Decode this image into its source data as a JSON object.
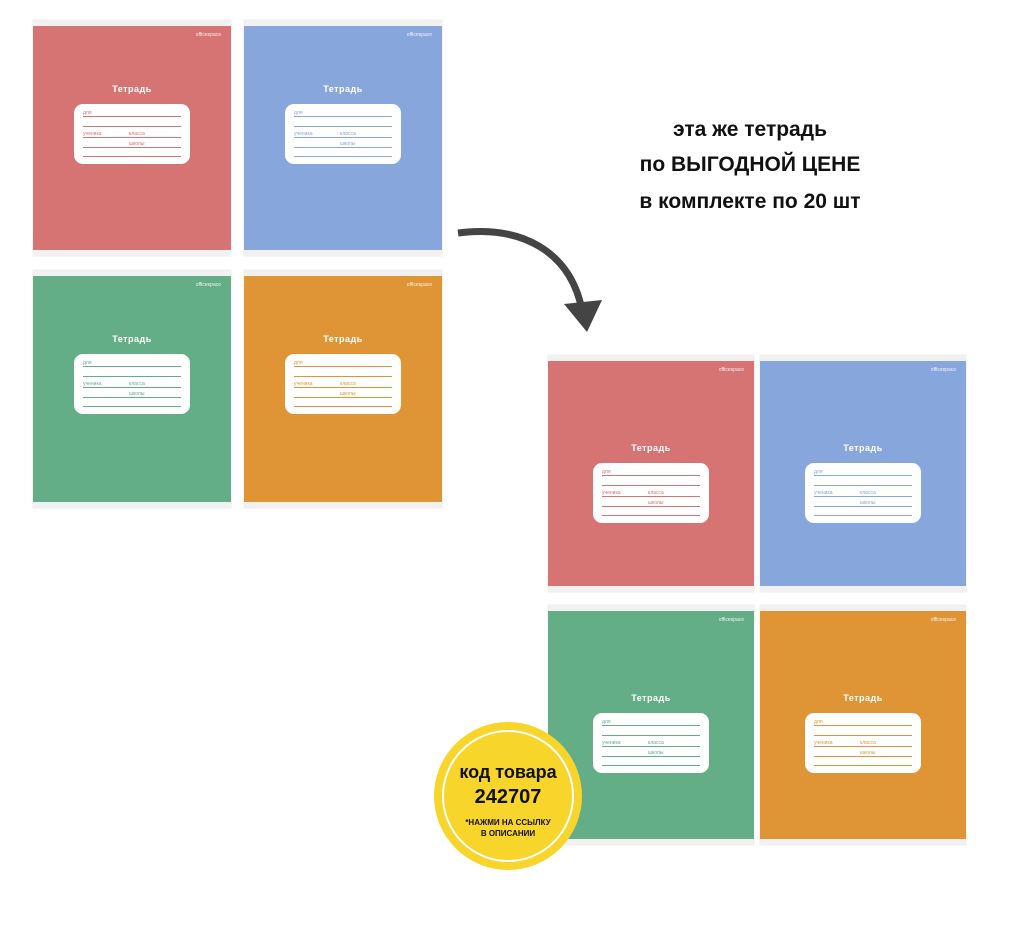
{
  "notebook": {
    "title": "Тетрадь",
    "brand": "officespace",
    "label_for": "для",
    "label_student": "ученика",
    "label_class": "класса",
    "label_school": "школы"
  },
  "colors": {
    "red": "#d67473",
    "blue": "#87a6db",
    "green": "#64ae87",
    "orange": "#df9535",
    "badge": "#f8d52b",
    "arrow": "#444444"
  },
  "headline": [
    "эта же тетрадь",
    "по ВЫГОДНОЙ ЦЕНЕ",
    "в комплекте по 20 шт"
  ],
  "badge": {
    "line1": "код товара",
    "code": "242707",
    "note1": "*НАЖМИ НА ССЫЛКУ",
    "note2": "В ОПИСАНИИ"
  }
}
